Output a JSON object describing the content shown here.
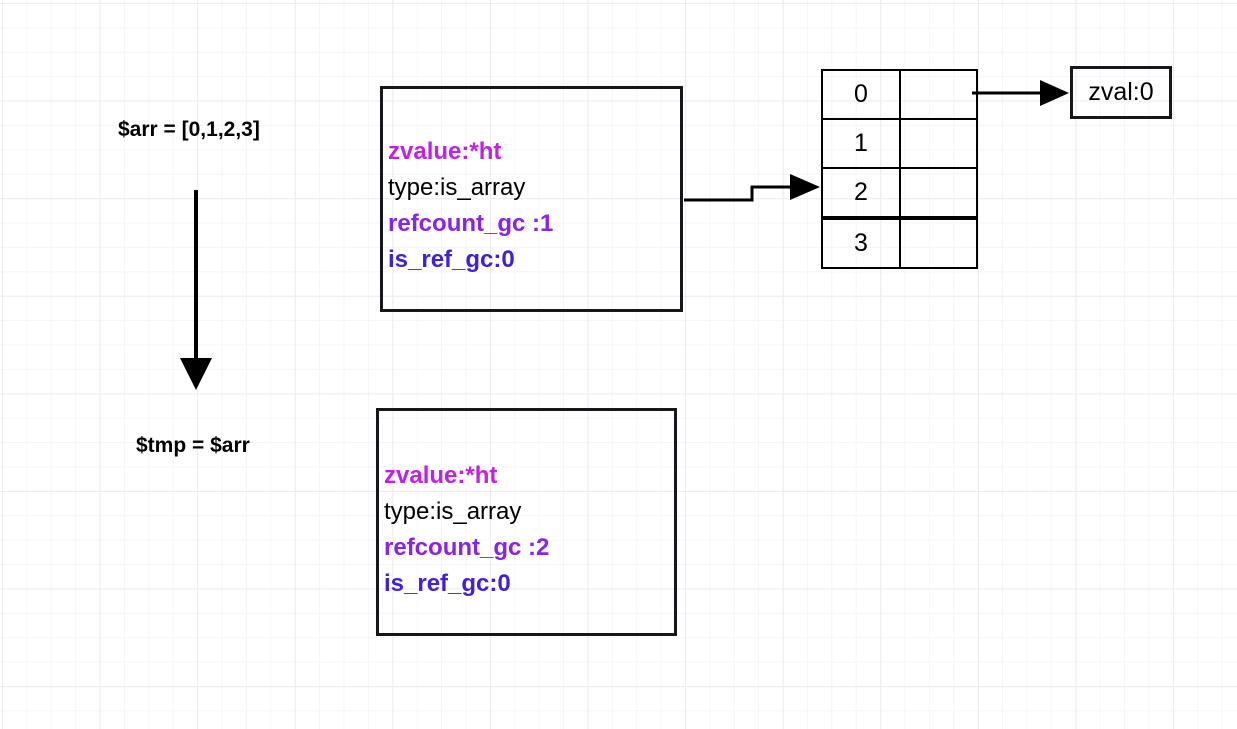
{
  "diagram": {
    "title": "PHP copy-on-write zval refcount diagram",
    "colors": {
      "zvalue_magenta": "#c41fe8",
      "refcount_violet": "#8a22ec",
      "isref_blue": "#4020e0",
      "text_black": "#000000",
      "box_border": "#17171b",
      "grid_minor": "#f6f6f8",
      "grid_major": "#ededf0"
    },
    "labels": {
      "arr_assignment": "$arr = [0,1,2,3]",
      "tmp_assignment": "$tmp = $arr"
    },
    "zval_boxes": [
      {
        "id": "arr",
        "lines": [
          {
            "text": "zvalue:*ht",
            "color": "magenta"
          },
          {
            "text": "type:is_array",
            "color": "plain"
          },
          {
            "text": "refcount_gc :1",
            "color": "violet"
          },
          {
            "text": "is_ref_gc:0",
            "color": "blue"
          }
        ]
      },
      {
        "id": "tmp",
        "lines": [
          {
            "text": "zvalue:*ht",
            "color": "magenta"
          },
          {
            "text": "type:is_array",
            "color": "plain"
          },
          {
            "text": "refcount_gc :2",
            "color": "violet"
          },
          {
            "text": "is_ref_gc:0",
            "color": "blue"
          }
        ]
      }
    ],
    "bucket_table": {
      "rows": [
        {
          "index": "0",
          "value": ""
        },
        {
          "index": "1",
          "value": ""
        },
        {
          "index": "2",
          "value": ""
        },
        {
          "index": "3",
          "value": ""
        }
      ],
      "thick_divider_before_row": 3
    },
    "zval_leaf": {
      "text": "zval:0"
    },
    "arrows": [
      {
        "name": "arr-to-tmp-flow",
        "from": "$arr = [0,1,2,3]",
        "to": "$tmp = $arr",
        "direction": "down"
      },
      {
        "name": "zval-arr-to-table",
        "from": "zval box $arr",
        "to": "bucket table",
        "direction": "right"
      },
      {
        "name": "table-to-zval-leaf",
        "from": "bucket row 0",
        "to": "zval:0",
        "direction": "right"
      }
    ]
  }
}
